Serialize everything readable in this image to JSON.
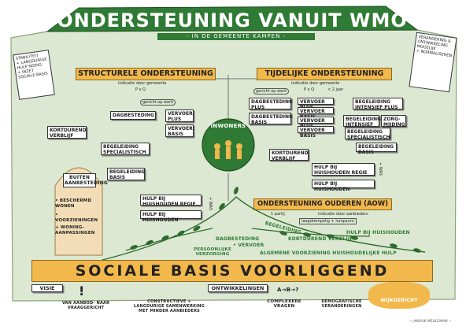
{
  "title": "ONDERSTEUNING VANUIT WMO",
  "subtitle": "- IN DE GEMEENTE KAMPEN -",
  "structurele": {
    "heading": "STRUCTURELE ONDERSTEUNING",
    "indicatie": "indicatie door gemeente",
    "pxq": "P x Q",
    "gericht": "gericht op werk",
    "dagbesteding": "DAGBESTEDING",
    "vervoer_plus": "VERVOER PLUS",
    "vervoer_basis": "VERVOER BASIS",
    "kortdurend_verblijf": "KORTDUREND VERBLIJF",
    "begeleiding_specialistisch": "BEGELEIDING SPECIALISTISCH",
    "begeleiding_basis": "BEGELEIDING BASIS",
    "hbh_regie": "HULP BIJ HUISHOUDEN REGIE",
    "hbh": "HULP BIJ HUISHOUDEN",
    "was": "+ WAS"
  },
  "tijdelijke": {
    "heading": "TIJDELIJKE ONDERSTEUNING",
    "indicatie": "indicatie door gemeente",
    "pxq": "P x Q",
    "duur": "< 2 jaar",
    "gericht": "gericht op werk",
    "dagbesteding_plus": "DAGBESTEDING PLUS",
    "dagbesteding_basis": "DAGBESTEDING BASIS",
    "vervoer_plus": "VERVOER PLUS",
    "vervoer_basis1": "VERVOER BASIS",
    "vervoer_basis2": "VERVOER BASIS",
    "begeleiding_intensief_plus": "BEGELEIDING INTENSIEF PLUS",
    "begeleiding_intensief": "BEGELEIDING INTENSIEF",
    "zorgmijding": "ZORG-MIJDING",
    "begeleiding_specialistisch": "BEGELEIDING SPECIALISTISCH",
    "begeleiding_basis": "BEGELEIDING BASIS",
    "kortdurend_verblijf": "KORTDUREND VERBLIJF",
    "hbh_regie": "HULP BIJ HUISHOUDEN REGIE",
    "hbh": "HULP BIJ HUISHOUDEN",
    "was": "+ WAS"
  },
  "inwoners": "INWONERS",
  "left_note": [
    "STABILITEIT",
    "+ LANGDURIGE HULP NODIG",
    "+ INZET SOCIALE BASIS"
  ],
  "right_note": [
    "VERANDERING & ONTWIKKELING MOGELIJK",
    "+ NORMALISEREN"
  ],
  "buiten": {
    "heading": "BUITEN AANBESTEDING",
    "items": [
      "• BESCHERMD WONEN",
      "• VOORZIENINGEN",
      "+ WONING-AANPASSINGEN"
    ]
  },
  "ouderen": {
    "heading": "ONDERSTEUNING OUDEREN (AOW)",
    "partij": "1 partij",
    "indicatie": "indicatie door aanbieders",
    "lumpsum": "laagdrempelig + lumpsum"
  },
  "branches": {
    "begeleiding": "BEGELEIDING",
    "hbh": "HULP BIJ HUISHOUDEN",
    "dagbesteding": "DAGBESTEDING",
    "vervoer": "• VERVOER",
    "kortdurend": "KORTDUREND VERBLIJF",
    "persoonlijke": "PERSOONLIJKE VERZORGING",
    "algemene": "ALGEMENE VOORZIENING HUISHOUDELIJKE HULP"
  },
  "sociale_basis": "SOCIALE BASIS VOORLIGGEND",
  "bottom": {
    "visie": "VISIE",
    "ontwikkelingen": "ONTWIKKELINGEN",
    "aanbod": "VAN AANBOD- NAAR VRAAGGERICHT",
    "constructieve": "CONSTRUCTIEVE + LANGDURIGE SAMENWERKING MET MINDER AANBIEDERS",
    "complexere": "COMPLEXERE VRAGEN",
    "demografische": "DEMOGRAFISCHE VERANDERINGEN",
    "wijkgericht": "WIJKGERICHT",
    "ab": "A→B→?",
    "exclaim": "!"
  },
  "signature": "~ ANOUK MEULEMAN ~",
  "colors": {
    "green": "#2f7a34",
    "orange": "#f2b84b",
    "panel": "#dce8d2"
  }
}
